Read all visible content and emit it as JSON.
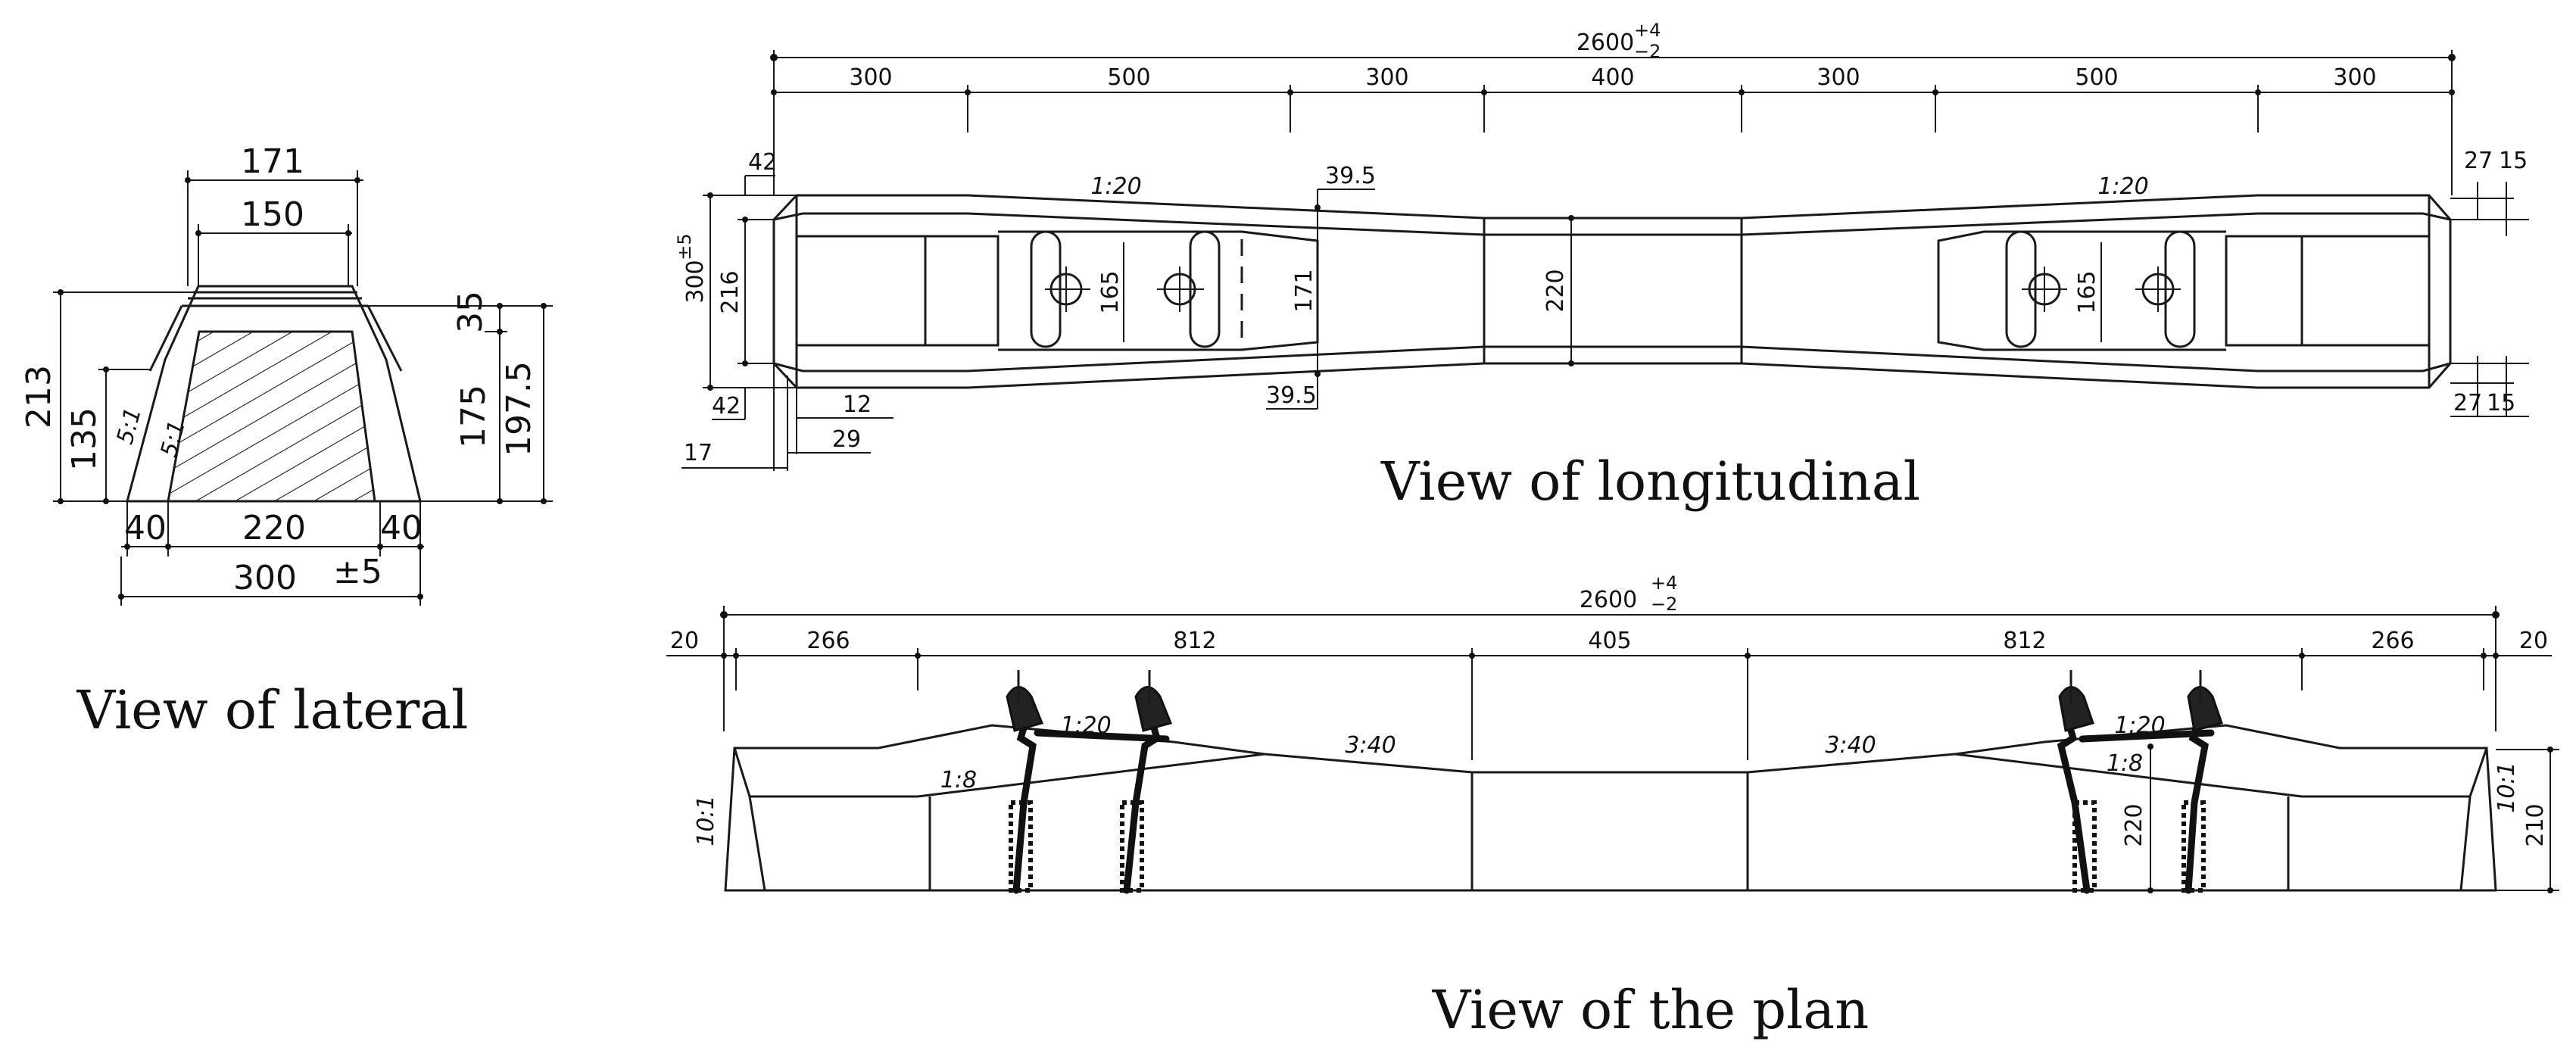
{
  "captions": {
    "lateral": "View of lateral",
    "longitudinal": "View of longitudinal",
    "plan": "View of the plan"
  },
  "lateral": {
    "top_outer": "171",
    "top_inner": "150",
    "height_total": "213",
    "height_lower": "135",
    "slope_a": "5:1",
    "slope_b": "5:1",
    "right_top": "35",
    "right_mid": "175",
    "right_total": "197.5",
    "bottom_left": "40",
    "bottom_mid": "220",
    "bottom_right": "40",
    "bottom_total": "300",
    "bottom_total_tol": "±5"
  },
  "longitudinal": {
    "total": "2600",
    "total_tol_plus": "+4",
    "total_tol_minus": "−2",
    "segments": [
      "300",
      "500",
      "300",
      "400",
      "300",
      "500",
      "300"
    ],
    "left_height": "300",
    "left_height_tol": "±5",
    "left_inner": "216",
    "left_top_offset": "42",
    "left_bottom_offset": "42",
    "left_12": "12",
    "left_29": "29",
    "left_17": "17",
    "slope_left": "1:20",
    "slope_right": "1:20",
    "offset_top": "39.5",
    "offset_bottom": "39.5",
    "rail_left": "165",
    "rail_right": "165",
    "mid_171": "171",
    "center_220": "220",
    "right_27_top": "27",
    "right_15_top": "15",
    "right_27_bottom": "27",
    "right_15_bottom": "15"
  },
  "plan": {
    "total": "2600",
    "total_tol_plus": "+4",
    "total_tol_minus": "−2",
    "end_left": "20",
    "end_right": "20",
    "segments": [
      "266",
      "812",
      "405",
      "812",
      "266"
    ],
    "slope_left_120": "1:20",
    "slope_left_18": "1:8",
    "slope_left_340": "3:40",
    "slope_right_340": "3:40",
    "slope_right_120": "1:20",
    "slope_right_18": "1:8",
    "end_slope_left": "10:1",
    "end_slope_right": "10:1",
    "height_220": "220",
    "height_210": "210"
  }
}
